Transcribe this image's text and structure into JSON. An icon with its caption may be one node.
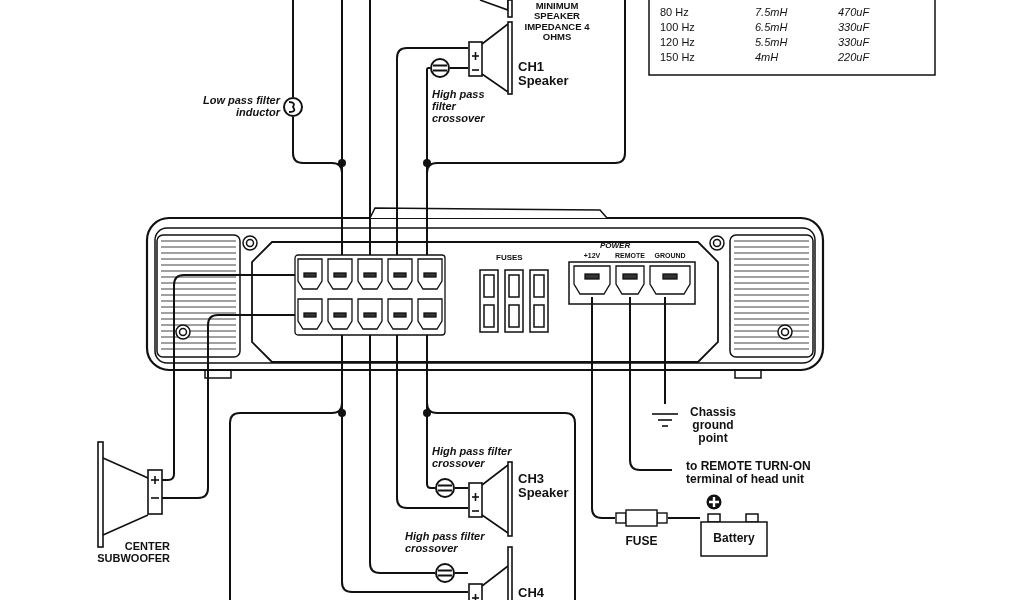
{
  "diagram": {
    "nodes": [
      {
        "text": [],
        "shape": "box"
      },
      {
        "text": [
          "+12V"
        ],
        "in": 0
      },
      {
        "text": [
          "REMOTE"
        ],
        "in": 0
      },
      {
        "text": [
          "GROUND"
        ],
        "in": 0
      },
      {
        "text": [],
        "shape": "box",
        "in": 0
      },
      {
        "text": [],
        "shape": "circle",
        "beside": [
          "Low pass filter inductor"
        ]
      },
      {
        "text": [],
        "shape": "circle"
      },
      {
        "text": [
          "CH1 Speaker"
        ]
      },
      {
        "text": [],
        "shape": "picture"
      },
      {
        "text": [
          "CENTER SUBWOOFER"
        ]
      },
      {
        "text": [],
        "shape": "circle"
      },
      {
        "text": [
          "CH3 Speaker"
        ]
      },
      {
        "text": [],
        "shape": "circle"
      },
      {
        "text": [
          "CH4"
        ]
      },
      {
        "text": [
          "FUSE"
        ]
      },
      {
        "text": [
          "Battery"
        ]
      },
      {
        "text": [
          "to REMOTE TURN-ON terminal of head unit"
        ]
      },
      {
        "text": [
          "Chassis ground point"
        ]
      }
    ],
    "edges": [
      {
        "from": 5,
        "to": 4,
        "arrow": "none"
      },
      {
        "from": 5,
        "to": null,
        "arrow": "none"
      },
      {
        "from": null,
        "to": 4,
        "arrow": "none"
      },
      {
        "from": 4,
        "to": 6,
        "arrow": "none"
      },
      {
        "from": 6,
        "to": 7,
        "arrow": "none"
      },
      {
        "from": 7,
        "to": 4,
        "arrow": "none"
      },
      {
        "from": 4,
        "to": null,
        "arrow": "none"
      },
      {
        "from": 4,
        "to": 9,
        "arrow": "none"
      },
      {
        "from": 4,
        "to": 9,
        "arrow": "none"
      },
      {
        "from": 4,
        "to": 10,
        "arrow": "none"
      },
      {
        "from": 10,
        "to": 11,
        "arrow": "none"
      },
      {
        "from": 11,
        "to": 4,
        "arrow": "none"
      },
      {
        "from": 4,
        "to": null,
        "arrow": "none"
      },
      {
        "from": 4,
        "to": 12,
        "arrow": "none"
      },
      {
        "from": 12,
        "to": 13,
        "arrow": "none"
      },
      {
        "from": 13,
        "to": 4,
        "arrow": "none"
      },
      {
        "from": 4,
        "to": null,
        "arrow": "none"
      },
      {
        "from": 1,
        "to": 14,
        "arrow": "none"
      },
      {
        "from": 14,
        "to": 15,
        "arrow": "none"
      },
      {
        "from": 2,
        "to": 16,
        "arrow": "none"
      },
      {
        "from": 3,
        "to": 17,
        "arrow": "none"
      },
      {
        "from": null,
        "to": 4,
        "arrow": "none"
      }
    ],
    "labels": [
      "MINIMUM SPEAKER IMPEDANCE 4 OHMS",
      "80 Hz",
      "7.5mH",
      "470uF",
      "100 Hz",
      "6.5mH",
      "330uF",
      "120 Hz",
      "5.5mH",
      "330uF",
      "150 Hz",
      "4mH",
      "220uF",
      "FUSES",
      "POWER",
      "High pass filter crossover",
      "High pass filter crossover",
      "High pass filter crossover"
    ]
  }
}
